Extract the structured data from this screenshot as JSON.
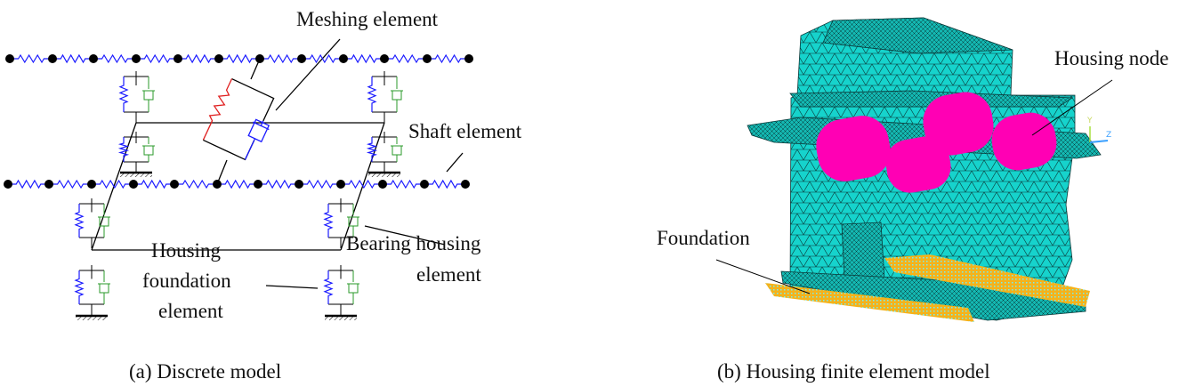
{
  "discrete_model": {
    "labels": {
      "meshing": "Meshing element",
      "shaft": "Shaft element",
      "bearing_1": "Bearing housing",
      "bearing_2": "element",
      "housing_1": "Housing",
      "housing_2": "foundation",
      "housing_3": "element"
    },
    "caption": "(a) Discrete model",
    "colors": {
      "spring": "#1a1aff",
      "damper": "#2a9a2a",
      "mesh_spring": "#e02020",
      "node": "#000000"
    }
  },
  "fe_model": {
    "labels": {
      "housing_node": "Housing node",
      "foundation": "Foundation"
    },
    "axis": {
      "y": "Y",
      "z": "Z"
    },
    "caption": "(b) Housing finite element model",
    "colors": {
      "housing": "#16d3cc",
      "node": "#ff00b4",
      "foundation": "#f5b21a"
    }
  }
}
